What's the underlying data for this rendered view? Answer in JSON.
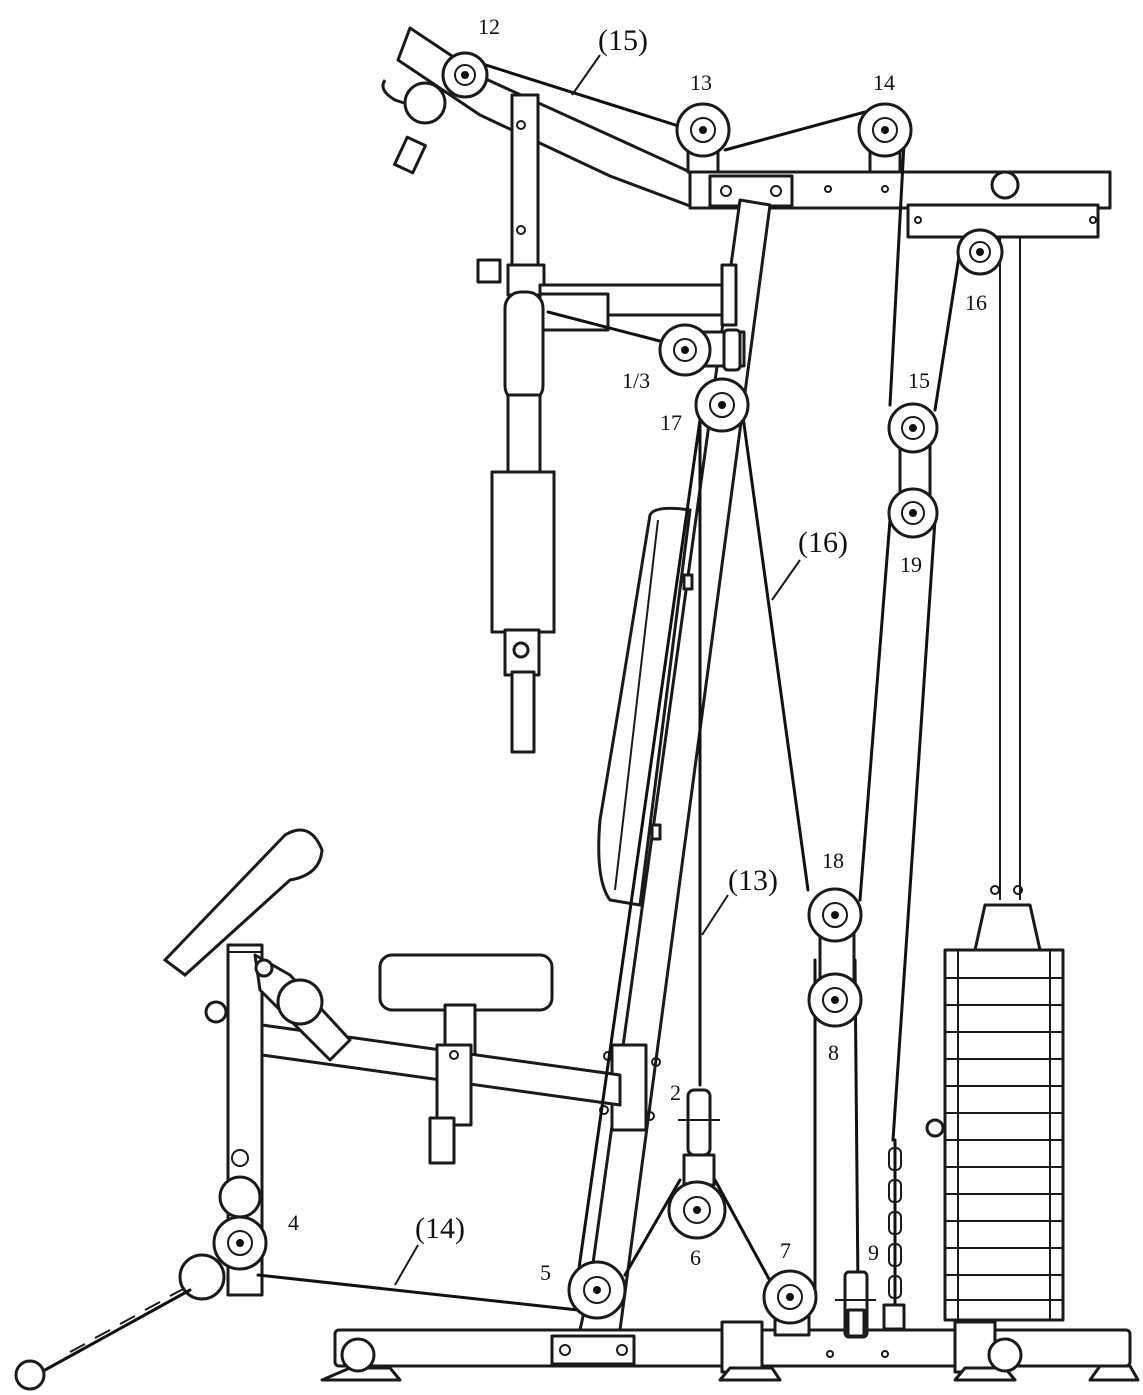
{
  "pulleys": [
    {
      "id": "pulley-12",
      "label": "12"
    },
    {
      "id": "pulley-13",
      "label": "13"
    },
    {
      "id": "pulley-14",
      "label": "14"
    },
    {
      "id": "pulley-16",
      "label": "16"
    },
    {
      "id": "pulley-15",
      "label": "15"
    },
    {
      "id": "pulley-19",
      "label": "19"
    },
    {
      "id": "pulley-1-3",
      "label": "1/3"
    },
    {
      "id": "pulley-17",
      "label": "17"
    },
    {
      "id": "pulley-18",
      "label": "18"
    },
    {
      "id": "pulley-8",
      "label": "8"
    },
    {
      "id": "pulley-2",
      "label": "2"
    },
    {
      "id": "pulley-6",
      "label": "6"
    },
    {
      "id": "pulley-7",
      "label": "7"
    },
    {
      "id": "pulley-9",
      "label": "9"
    },
    {
      "id": "pulley-5",
      "label": "5"
    },
    {
      "id": "pulley-4",
      "label": "4"
    }
  ],
  "cables": [
    {
      "id": "cable-15",
      "label": "(15)"
    },
    {
      "id": "cable-16",
      "label": "(16)"
    },
    {
      "id": "cable-13",
      "label": "(13)"
    },
    {
      "id": "cable-14",
      "label": "(14)"
    }
  ]
}
